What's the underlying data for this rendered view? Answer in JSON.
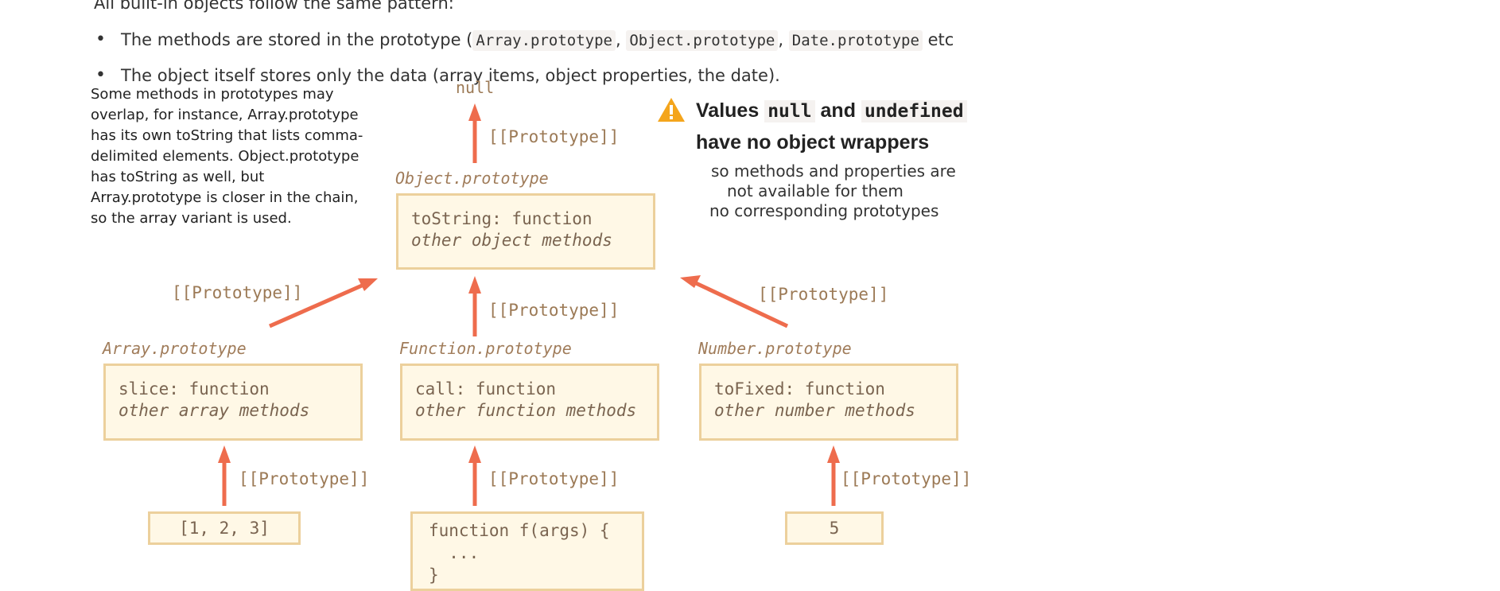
{
  "intro_text": "All built-in objects follow the same pattern:",
  "bullets": [
    {
      "pre": "The methods are stored in the prototype (",
      "codes": [
        "Array.prototype",
        "Object.prototype",
        "Date.prototype"
      ],
      "sep": ",",
      "post": "etc"
    },
    {
      "text": "The object itself stores only the data (array items, object properties, the date)."
    }
  ],
  "side_note": "Some methods in prototypes may\noverlap, for instance, Array.prototype\nhas its own toString that lists comma-\ndelimited elements. Object.prototype\nhas toString as well, but\nArray.prototype is closer in the chain,\nso the array variant is used.",
  "null_label": "null",
  "proto_link_label": "[[Prototype]]",
  "object_proto": {
    "title": "Object.prototype",
    "line1": "toString: function",
    "line2": "other object methods"
  },
  "array_proto": {
    "title": "Array.prototype",
    "line1": "slice: function",
    "line2": "other array methods"
  },
  "function_proto": {
    "title": "Function.prototype",
    "line1": "call: function",
    "line2": "other function methods"
  },
  "number_proto": {
    "title": "Number.prototype",
    "line1": "toFixed: function",
    "line2": "other number methods"
  },
  "array_instance": "[1, 2, 3]",
  "function_instance": {
    "line1": "function f(args) {",
    "line2": "  ...",
    "line3": "}"
  },
  "number_instance": "5",
  "warning": {
    "icon": "warning-icon",
    "title_pre": "Values",
    "code1": "null",
    "and": "and",
    "code2": "undefined",
    "title_line2": "have no object wrappers",
    "sub1": "so methods and properties are",
    "sub2": "not available for them",
    "sub3": "no corresponding prototypes"
  },
  "colors": {
    "arrow": "#ee6c4d",
    "box_fill": "#fff8e6",
    "box_border": "#ecd09c",
    "label": "#9c7a56",
    "warning": "#f4a51c"
  }
}
